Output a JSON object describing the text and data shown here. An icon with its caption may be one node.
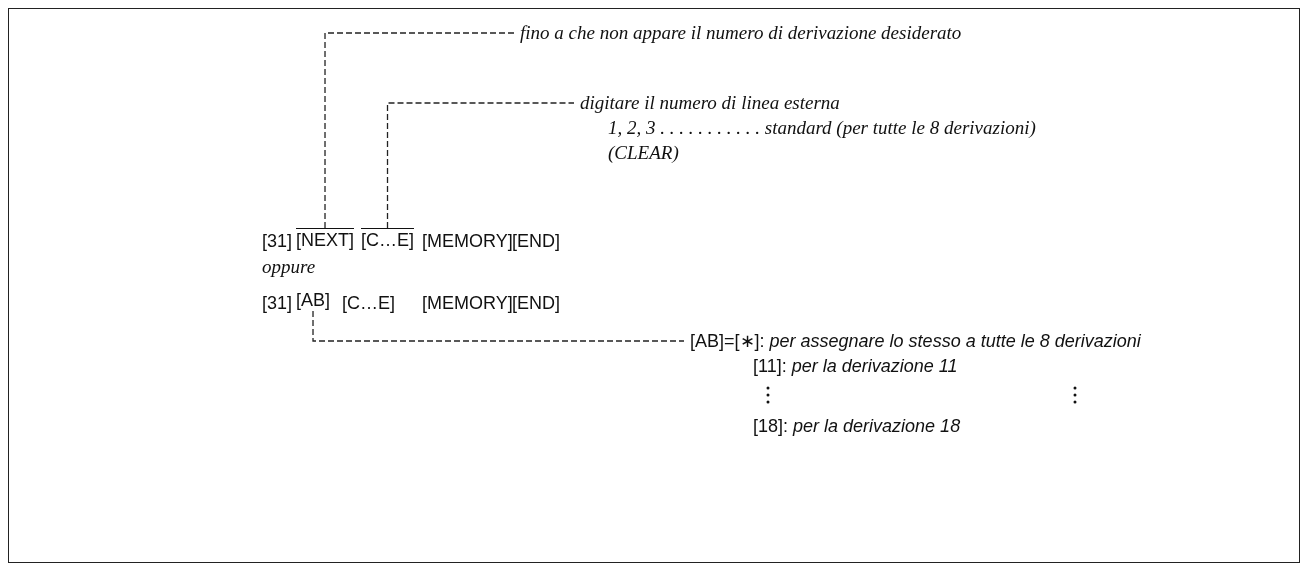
{
  "diagram": {
    "nodes": [
      {
        "text": [
          "fino a che non appare il numero di derivazione desiderato"
        ]
      },
      {
        "text": [
          "digitare il numero di linea esterna",
          "1, 2, 3 . . . . . . . . . . . standard (per tutte le 8 derivazioni)",
          "(CLEAR)"
        ]
      },
      {
        "text": [
          "[NEXT]"
        ]
      },
      {
        "text": [
          "[C…E]"
        ]
      },
      {
        "text": [
          "[AB]"
        ]
      },
      {
        "text": [
          "[AB]=[∗]: *per assegnare lo stesso a tutte le 8 derivazioni*",
          "[11]: *per la derivazione 11*",
          "[18]: *per la derivazione 18*"
        ]
      }
    ],
    "edges": [
      {
        "from": 2,
        "to": 0,
        "arrow": "none",
        "style": "dashed"
      },
      {
        "from": 3,
        "to": 1,
        "arrow": "none",
        "style": "dashed"
      },
      {
        "from": 4,
        "to": 5,
        "arrow": "none",
        "style": "dashed"
      }
    ],
    "labels": [
      "[31]",
      "[MEMORY]",
      "[END]",
      "oppure",
      "[31]",
      "[C…E]",
      "[MEMORY]",
      "[END]"
    ]
  }
}
